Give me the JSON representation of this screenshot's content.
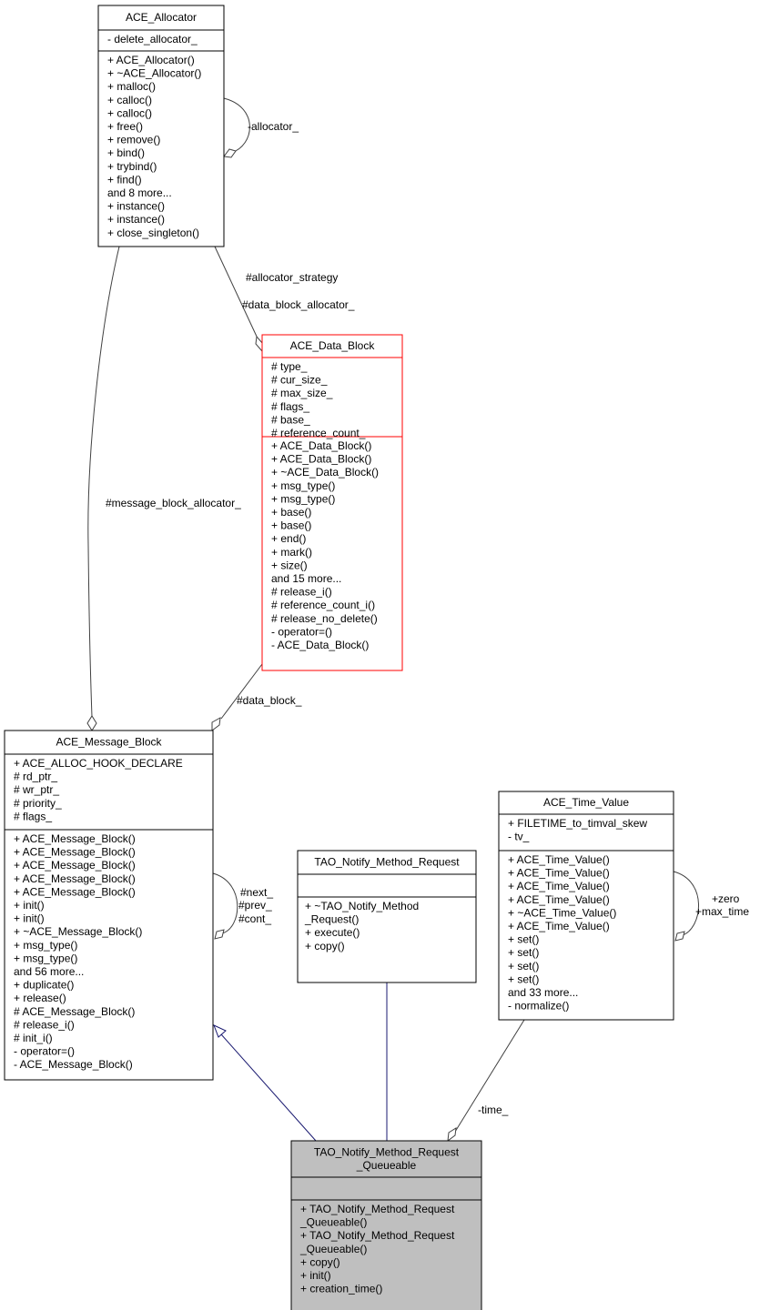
{
  "diagram": {
    "type": "class-collaboration-diagram",
    "classes": {
      "ace_allocator": {
        "title": [
          "ACE_Allocator"
        ],
        "attributes": [
          "- delete_allocator_"
        ],
        "methods": [
          "+ ACE_Allocator()",
          "+ ~ACE_Allocator()",
          "+ malloc()",
          "+ calloc()",
          "+ calloc()",
          "+ free()",
          "+ remove()",
          "+ bind()",
          "+ trybind()",
          "+ find()",
          "and 8 more...",
          "+ instance()",
          "+ instance()",
          "+ close_singleton()"
        ],
        "border_color": "#000000",
        "fill": "#ffffff"
      },
      "ace_data_block": {
        "title": [
          "ACE_Data_Block"
        ],
        "attributes": [
          "# type_",
          "# cur_size_",
          "# max_size_",
          "# flags_",
          "# base_",
          "# reference_count_"
        ],
        "methods": [
          "+ ACE_Data_Block()",
          "+ ACE_Data_Block()",
          "+ ~ACE_Data_Block()",
          "+ msg_type()",
          "+ msg_type()",
          "+ base()",
          "+ base()",
          "+ end()",
          "+ mark()",
          "+ size()",
          "and 15 more...",
          "# release_i()",
          "# reference_count_i()",
          "# release_no_delete()",
          "- operator=()",
          "- ACE_Data_Block()"
        ],
        "border_color": "#ff0000",
        "fill": "#ffffff"
      },
      "ace_message_block": {
        "title": [
          "ACE_Message_Block"
        ],
        "attributes": [
          "+ ACE_ALLOC_HOOK_DECLARE",
          "# rd_ptr_",
          "# wr_ptr_",
          "# priority_",
          "# flags_"
        ],
        "methods": [
          "+ ACE_Message_Block()",
          "+ ACE_Message_Block()",
          "+ ACE_Message_Block()",
          "+ ACE_Message_Block()",
          "+ ACE_Message_Block()",
          "+ init()",
          "+ init()",
          "+ ~ACE_Message_Block()",
          "+ msg_type()",
          "+ msg_type()",
          "and 56 more...",
          "+ duplicate()",
          "+ release()",
          "# ACE_Message_Block()",
          "# release_i()",
          "# init_i()",
          "- operator=()",
          "- ACE_Message_Block()"
        ],
        "border_color": "#000000",
        "fill": "#ffffff"
      },
      "tao_notify_method_request": {
        "title": [
          "TAO_Notify_Method_Request"
        ],
        "attributes": [],
        "methods": [
          "+ ~TAO_Notify_Method",
          "_Request()",
          "+ execute()",
          "+ copy()"
        ],
        "border_color": "#000000",
        "fill": "#ffffff"
      },
      "ace_time_value": {
        "title": [
          "ACE_Time_Value"
        ],
        "attributes": [
          "+ FILETIME_to_timval_skew",
          "- tv_"
        ],
        "methods": [
          "+ ACE_Time_Value()",
          "+ ACE_Time_Value()",
          "+ ACE_Time_Value()",
          "+ ACE_Time_Value()",
          "+ ~ACE_Time_Value()",
          "+ ACE_Time_Value()",
          "+ set()",
          "+ set()",
          "+ set()",
          "+ set()",
          "and 33 more...",
          "- normalize()"
        ],
        "border_color": "#000000",
        "fill": "#ffffff"
      },
      "tao_notify_method_request_queueable": {
        "title": [
          "TAO_Notify_Method_Request",
          "_Queueable"
        ],
        "attributes": [],
        "methods": [
          "+ TAO_Notify_Method_Request",
          "_Queueable()",
          "+ TAO_Notify_Method_Request",
          "_Queueable()",
          "+ copy()",
          "+ init()",
          "+ creation_time()"
        ],
        "border_color": "#000000",
        "fill": "#bfbfbf"
      }
    },
    "edge_labels": {
      "allocator_self": "-allocator_",
      "allocator_strategy": "#allocator_strategy",
      "data_block_allocator": "#data_block_allocator_",
      "message_block_allocator": "#message_block_allocator_",
      "data_block": "#data_block_",
      "msgblock_self": [
        "#next_",
        "#prev_",
        "#cont_"
      ],
      "time_self": [
        "+zero",
        "+max_time"
      ],
      "time": "-time_"
    },
    "colors": {
      "inheritance_edge": "#191970",
      "association_edge": "#404040",
      "highlight_border": "#ff0000",
      "focus_fill": "#bfbfbf"
    }
  }
}
